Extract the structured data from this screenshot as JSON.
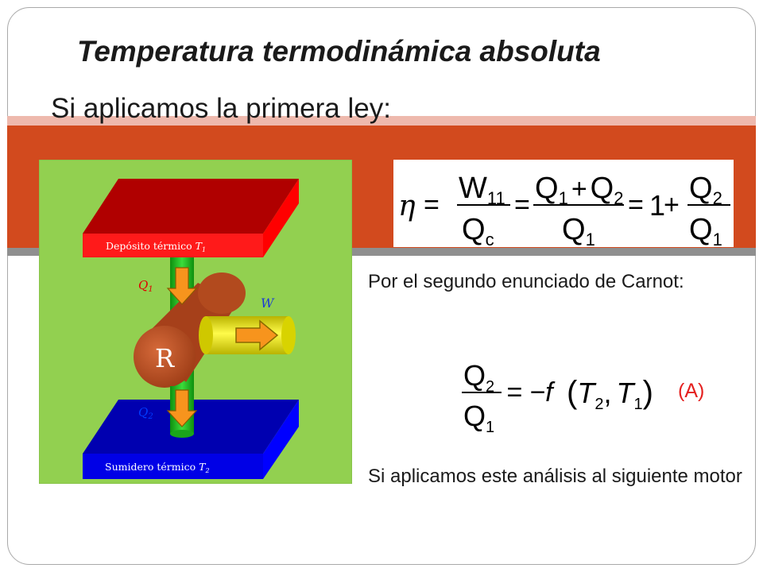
{
  "title": "Temperatura termodinámica absoluta",
  "subtitle": "Si aplicamos la primera ley:",
  "diagram": {
    "hot_reservoir": "Depósito térmico",
    "hot_symbol": "T",
    "hot_sub": "1",
    "cold_reservoir": "Sumidero térmico",
    "cold_symbol": "T",
    "cold_sub": "2",
    "q1_symbol": "Q",
    "q1_sub": "1",
    "q2_symbol": "Q",
    "q2_sub": "2",
    "work": "W",
    "engine": "R"
  },
  "formula1": {
    "eta": "η",
    "eq": "=",
    "w": "W",
    "w_sub": "11",
    "qc": "Q",
    "qc_sub": "c",
    "q1": "Q",
    "q1_sub": "1",
    "plus": "+",
    "q2": "Q",
    "q2_sub": "2",
    "one": "1"
  },
  "text": {
    "para1": "Por el segundo enunciado de Carnot:",
    "para2": "Si aplicamos este análisis al siguiente motor"
  },
  "formula2": {
    "q2": "Q",
    "q2_sub": "2",
    "q1": "Q",
    "q1_sub": "1",
    "rhs": "= −f",
    "t2": "T",
    "t2_sub": "2",
    "comma": ",",
    "t1": "T",
    "t1_sub": "1",
    "label": "(A)"
  },
  "colors": {
    "band": "#d24a1e",
    "diagram_bg": "#92d050",
    "hot": "#c00000",
    "cold": "#0000cc",
    "engine": "#c0501e",
    "pipe": "#22bb22",
    "work_cylinder": "#e8e000",
    "arrow": "#f7941d",
    "label_a": "#e4201f"
  }
}
